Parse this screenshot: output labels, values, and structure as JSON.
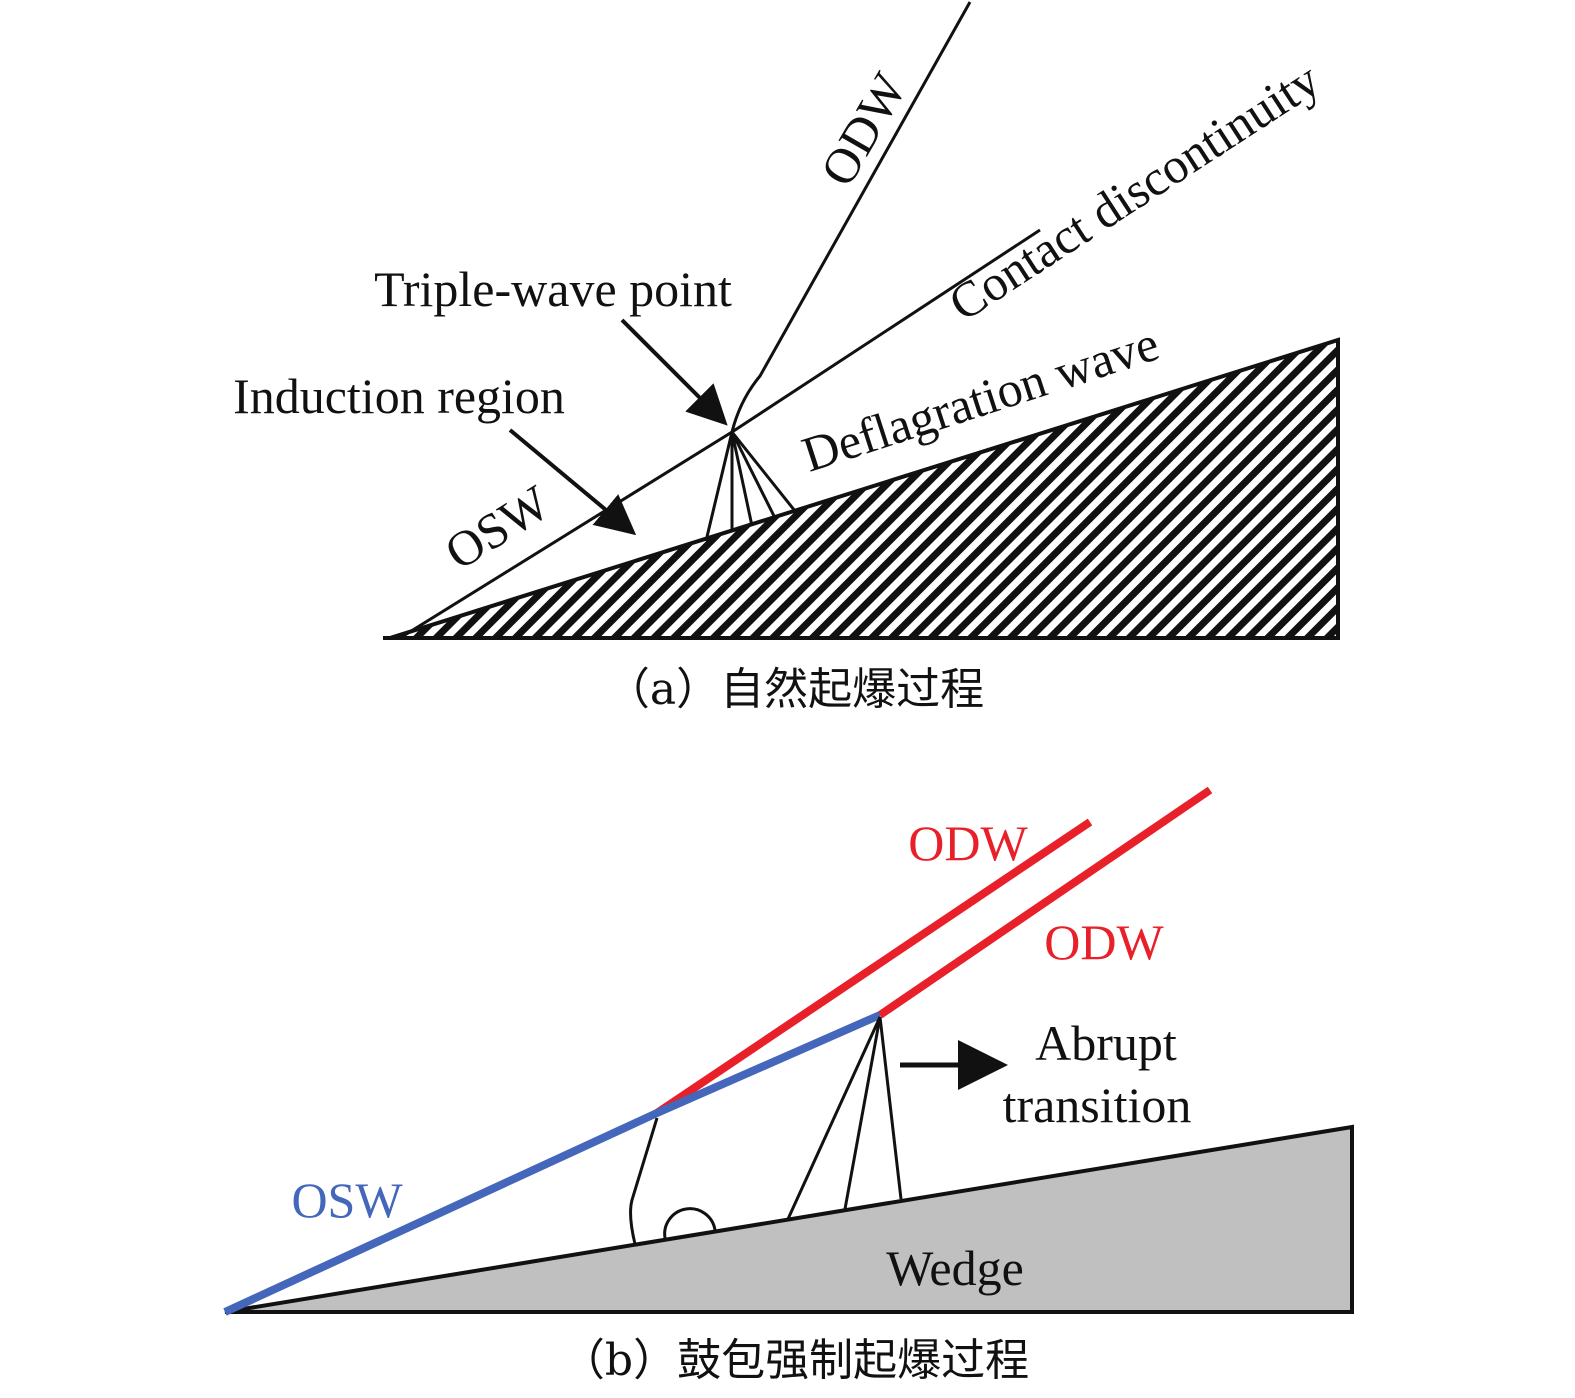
{
  "panel_a": {
    "labels": {
      "odw": "ODW",
      "contact": "Contact discontinuity",
      "triple": "Triple-wave point",
      "induction": "Induction region",
      "deflagration": "Deflagration wave",
      "osw": "OSW"
    },
    "caption": "（a）自然起爆过程"
  },
  "panel_b": {
    "labels": {
      "odw_1": "ODW",
      "odw_2": "ODW",
      "abrupt": "Abrupt",
      "transition": "transition",
      "osw": "OSW",
      "wedge": "Wedge"
    },
    "caption": "（b）鼓包强制起爆过程",
    "colors": {
      "odw": "#e8202a",
      "osw": "#4466bb",
      "wedge": "#c0c0c0"
    }
  }
}
